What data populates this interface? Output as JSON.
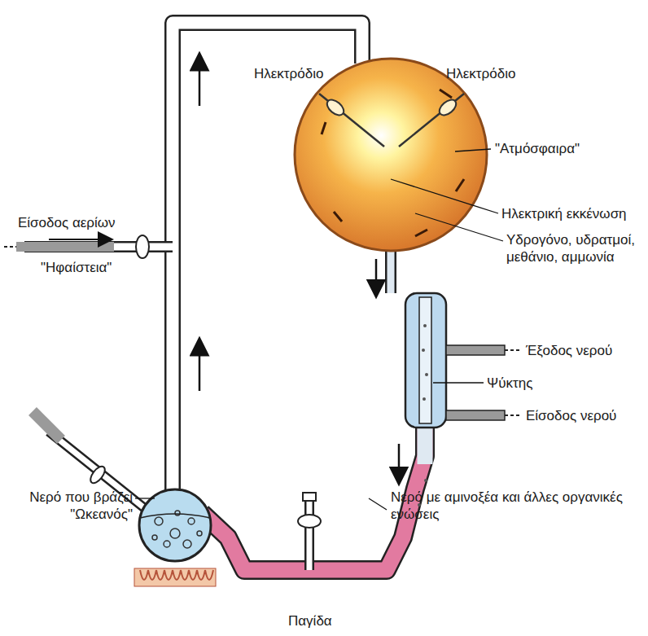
{
  "diagram": {
    "labels": [
      "Ηλεκτρόδιο",
      "Ηλεκτρόδιο",
      "\"Ατμόσφαιρα\"",
      "Είσοδος αερίων",
      "Ηλεκτρική εκκένωση",
      "\"Ηφαίστεια\"",
      "Υδρογόνο, υδρατμοί, μεθάνιο, αμμωνία",
      "Έξοδος νερού",
      "Ψύκτης",
      "Είσοδος νερού",
      "Νερό που βράζει \"Ωκεανός\"",
      "Νερό με αμινοξέα και άλλες οργανικές ενώσεις",
      "Παγίδα"
    ]
  }
}
